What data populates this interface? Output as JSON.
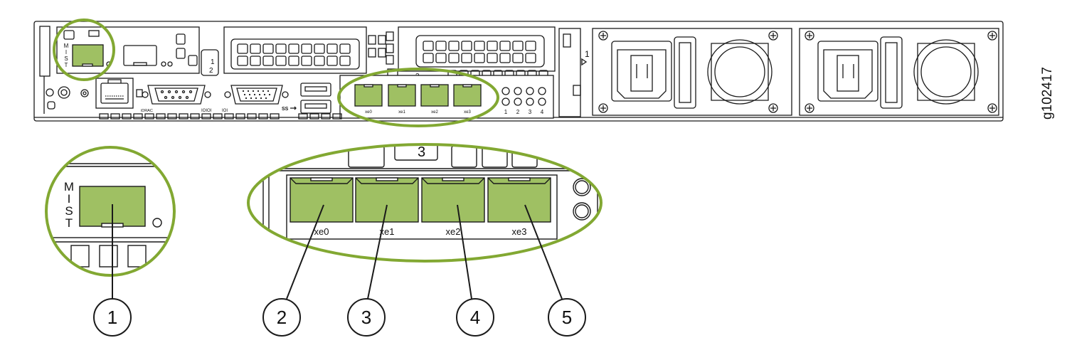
{
  "figure_id": "g102417",
  "colors": {
    "callout_green": "#82a832",
    "port_fill": "#9fc063",
    "port_fill_dark": "#8fb257",
    "line": "#1a1a1a",
    "chassis_fill": "#ffffff"
  },
  "chassis": {
    "mist_label": [
      "M",
      "I",
      "S",
      "T"
    ],
    "port_labels": [
      "xe0",
      "xe1",
      "xe2",
      "xe3"
    ],
    "small_port_numbers": [
      "1",
      "2",
      "3",
      "4"
    ],
    "slot_number": "3",
    "riser_labels": [
      "1",
      "2"
    ],
    "psu_label": "1",
    "idrac_label": "iDRAC",
    "serial_label": "IOIOI",
    "vga_label": "IOI",
    "usb_label": "SS"
  },
  "detail_mist": {
    "letters": [
      "M",
      "I",
      "S",
      "T"
    ]
  },
  "detail_ports": {
    "slot_number": "3",
    "labels": [
      "xe0",
      "xe1",
      "xe2",
      "xe3"
    ]
  },
  "callouts": [
    "1",
    "2",
    "3",
    "4",
    "5"
  ],
  "icons": {
    "usb": "usb-icon",
    "psu_fan": "fan-icon",
    "power_inlet": "power-inlet-icon",
    "rj45": "rj45-port-icon",
    "serial": "db9-serial-icon",
    "vga": "vga-port-icon"
  }
}
